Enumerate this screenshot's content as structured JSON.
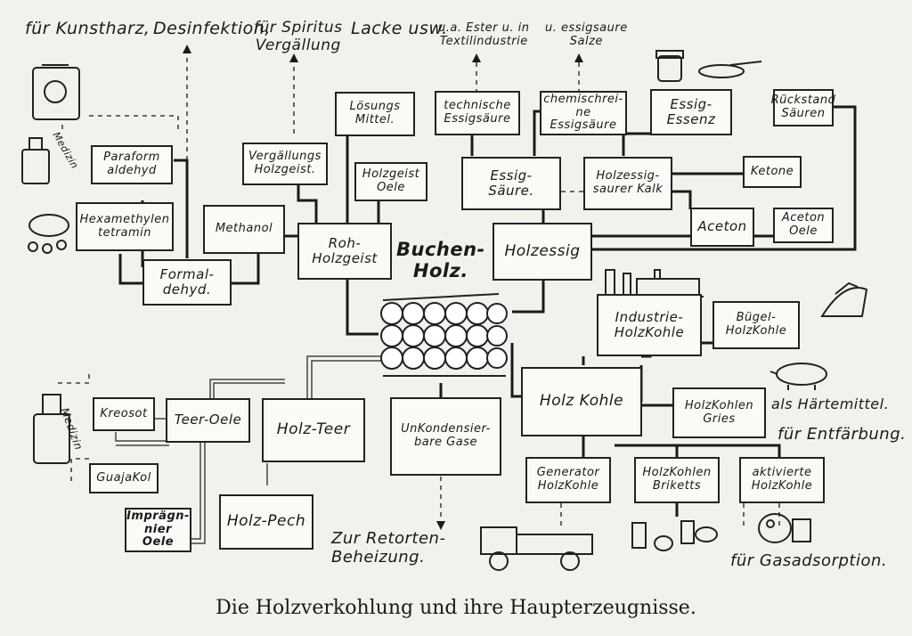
{
  "caption": "Die Holzverkohlung und ihre Haupterzeugnisse.",
  "top_labels": {
    "kunstharz": "für Kunstharz,",
    "desinfektion": "Desinfektion,",
    "spiritus": "für Spiritus\nVergällung",
    "lacke": "Lacke usw.",
    "ester": "u.a. Ester u. in\nTextilindustrie",
    "salze": "u. essigsaure\nSalze"
  },
  "boxes": {
    "paraform": "Paraform\naldehyd",
    "hexamethylen": "Hexamethylen\ntetramin",
    "formaldehyd": "Formal-\ndehyd.",
    "methanol": "Methanol",
    "vergaellungs": "Vergällungs\nHolzgeist.",
    "holzgeist_oele": "Holzgeist\nOele",
    "loesungsmittel": "Lösungs\nMittel.",
    "rohholzgeist": "Roh-\nHolzgeist",
    "techn_essig": "technische\nEssigsäure",
    "chem_essig": "chemischrei-\nne Essigsäure",
    "essig_essenz": "Essig-\nEssenz",
    "rueckstand": "Rückstand\nSäuren",
    "essigsaeure": "Essig-\nSäure.",
    "holzessigsaurer_kalk": "Holzessig-\nsaurer Kalk",
    "ketone": "Ketone",
    "aceton": "Aceton",
    "aceton_oele": "Aceton\nOele",
    "holzessig": "Holzessig",
    "industrie_holzkohle": "Industrie-\nHolzKohle",
    "buegel_holzkohle": "Bügel-\nHolzKohle",
    "holzkohle": "Holz Kohle",
    "holzkohlen_gries": "HolzKohlen\nGries",
    "generator": "Generator\nHolzKohle",
    "briketts": "HolzKohlen\nBriketts",
    "aktivierte": "aktivierte\nHolzKohle",
    "kreosot": "Kreosot",
    "guajakol": "GuajaKol",
    "teer_oele": "Teer-Oele",
    "holz_teer": "Holz-Teer",
    "unkondensierbare": "UnKondensier-\nbare Gase",
    "holz_pech": "Holz-Pech",
    "impraegnier": "Imprägn-\nnier Oele"
  },
  "notes": {
    "buchenholz": "Buchen-\nHolz.",
    "haertemittel": "als Härtemittel.",
    "entfaerbung": "für Entfärbung.",
    "retorten": "Zur Retorten-\nBeheizung.",
    "gasadsorption": "für Gasadsorption.",
    "medizin_top": "Medizin",
    "medizin_bottom": "Medizin"
  }
}
